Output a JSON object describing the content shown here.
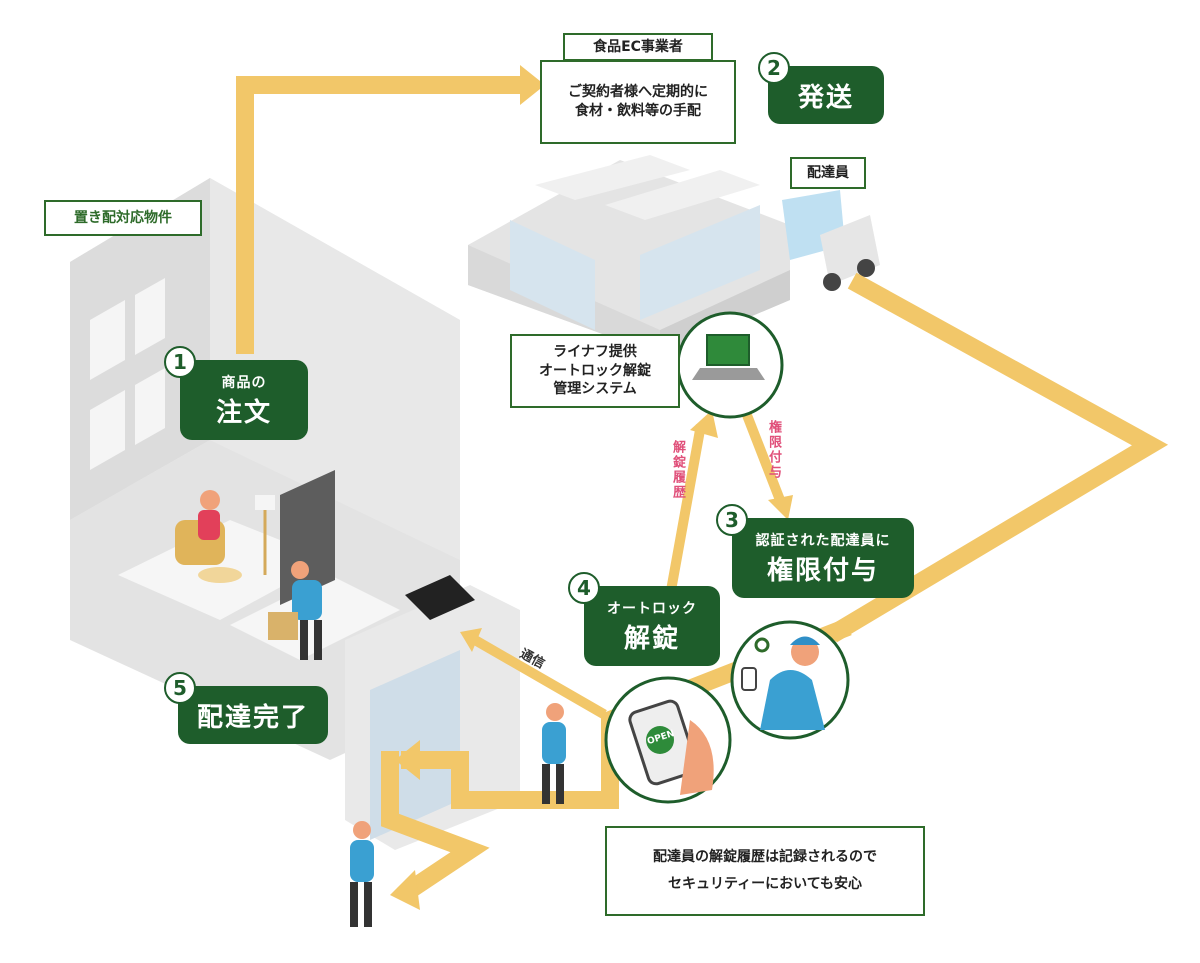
{
  "boxes": {
    "food_ec": "食品EC事業者",
    "supply": [
      "ご契約者様へ定期的に",
      "食材・飲料等の手配"
    ],
    "delivery_staff": "配達員",
    "okihai": "置き配対応物件",
    "system": [
      "ライナフ提供",
      "オートロック解錠",
      "管理システム"
    ],
    "security": [
      "配達員の解錠履歴は記録されるので",
      "セキュリティーにおいても安心"
    ]
  },
  "steps": [
    {
      "number": "1",
      "small": "商品の",
      "large": "注文"
    },
    {
      "number": "2",
      "small": "",
      "large": "発送"
    },
    {
      "number": "3",
      "small": "認証された配達員に",
      "large": "権限付与"
    },
    {
      "number": "4",
      "small": "オートロック",
      "large": "解錠"
    },
    {
      "number": "5",
      "small": "",
      "large": "配達完了"
    }
  ],
  "arrow_labels": {
    "unlock_history": "解錠履歴",
    "grant_permission": "権限付与",
    "communication": "通信"
  },
  "phone_screen": "OPEN",
  "colors": {
    "green": "#1e5d2b",
    "path": "#f2c769",
    "pink": "#e0507a"
  }
}
